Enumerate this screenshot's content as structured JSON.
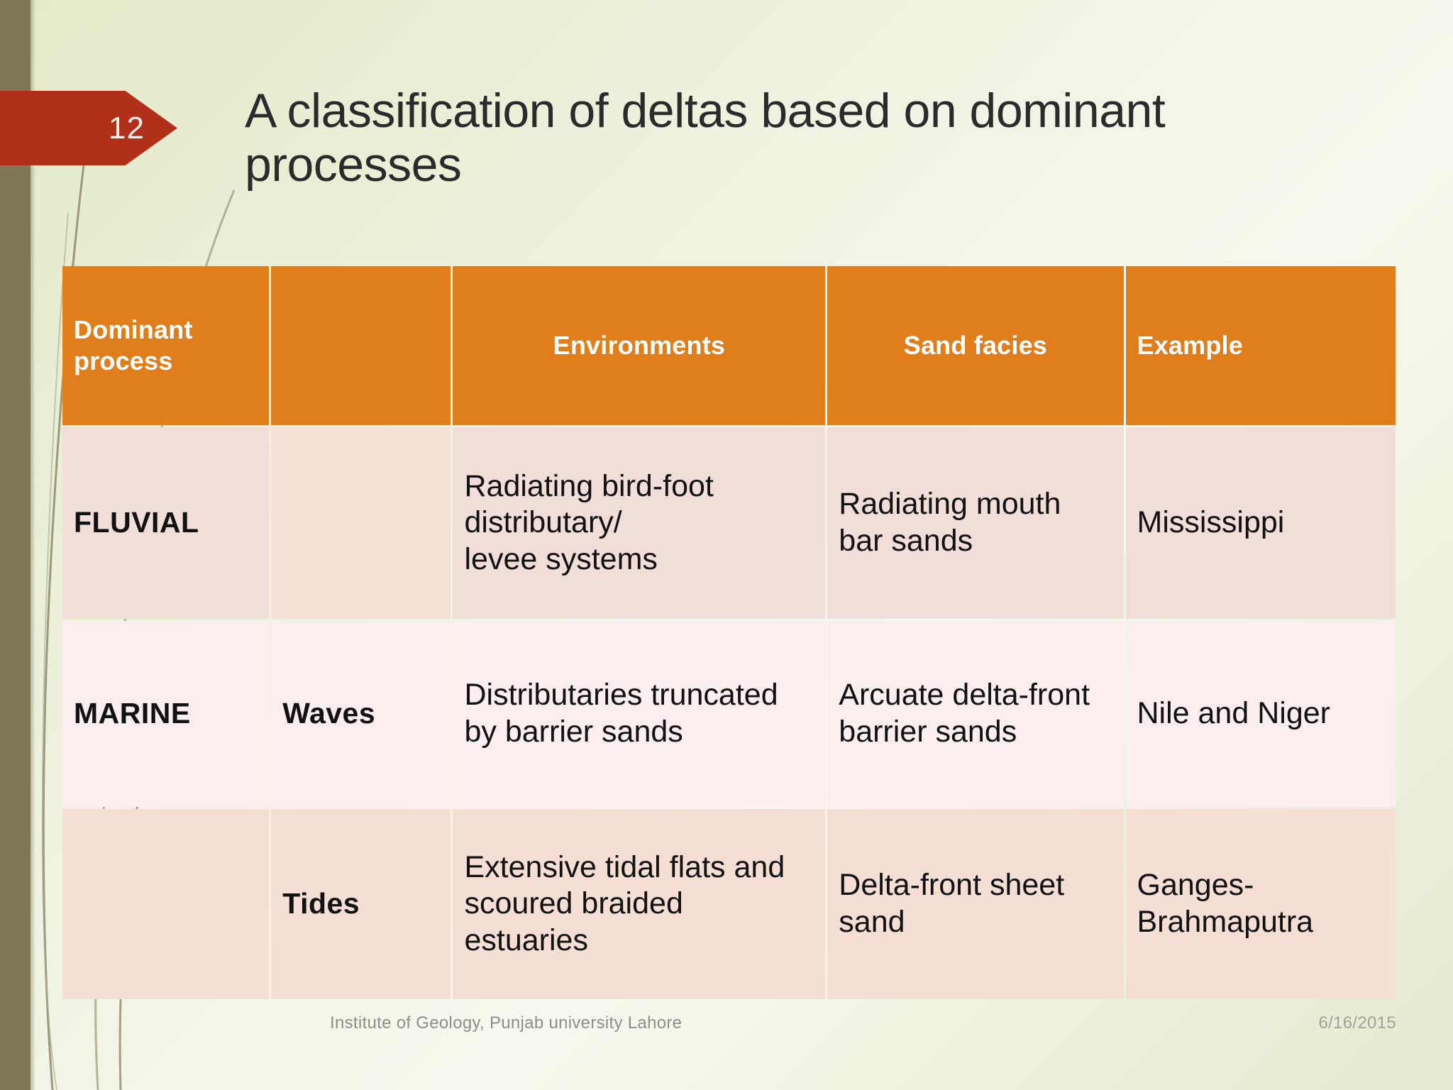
{
  "slide": {
    "number": "12",
    "title": "A classification of deltas based on dominant processes",
    "accent_red": "#b1301a",
    "accent_orange": "#e07e1c",
    "row_pink_dark": "#f2ded8",
    "row_pink_light": "#fbeeee",
    "background_green": "#eef2df"
  },
  "table": {
    "headers": {
      "dominant_process": "Dominant process",
      "sub_process": "",
      "environments": "Environments",
      "sand_facies": "Sand facies",
      "example": "Example"
    },
    "rows": [
      {
        "dominant_process": "FLUVIAL",
        "sub_process": "",
        "environments": "Radiating bird-foot distributary/\nlevee systems",
        "sand_facies": "Radiating mouth\nbar sands",
        "example": "Mississippi"
      },
      {
        "dominant_process": "MARINE",
        "sub_process": "Waves",
        "environments": "Distributaries truncated by barrier sands",
        "sand_facies": "Arcuate delta-front barrier sands",
        "example": "Nile and Niger"
      },
      {
        "dominant_process": "",
        "sub_process": "Tides",
        "environments": "Extensive tidal flats and scoured braided estuaries",
        "sand_facies": "Delta-front sheet\nsand",
        "example": "Ganges-Brahmaputra"
      }
    ]
  },
  "footer": {
    "organization": "Institute of Geology, Punjab university Lahore",
    "date": "6/16/2015"
  }
}
